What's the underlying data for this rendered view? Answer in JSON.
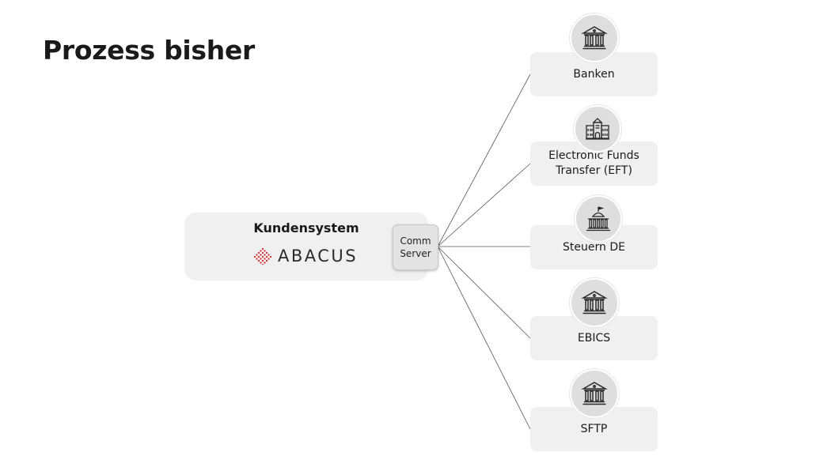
{
  "page": {
    "title": "Prozess bisher"
  },
  "client": {
    "title": "Kundensystem",
    "logo_text": "ABACUS",
    "comm_server": {
      "line1": "Comm",
      "line2": "Server"
    }
  },
  "targets": [
    {
      "line1": "Banken",
      "line2": "",
      "icon": "bank-icon"
    },
    {
      "line1": "Electronic Funds",
      "line2": "Transfer (EFT)",
      "icon": "government-building-icon"
    },
    {
      "line1": "Steuern DE",
      "line2": "",
      "icon": "capitol-building-icon"
    },
    {
      "line1": "EBICS",
      "line2": "",
      "icon": "bank-icon"
    },
    {
      "line1": "SFTP",
      "line2": "",
      "icon": "bank-icon"
    }
  ],
  "colors": {
    "box_fill": "#f0f0f0",
    "icon_circle": "#dedede",
    "logo_accent": "#d4202a",
    "text": "#1a1a1a",
    "line": "#555555"
  }
}
